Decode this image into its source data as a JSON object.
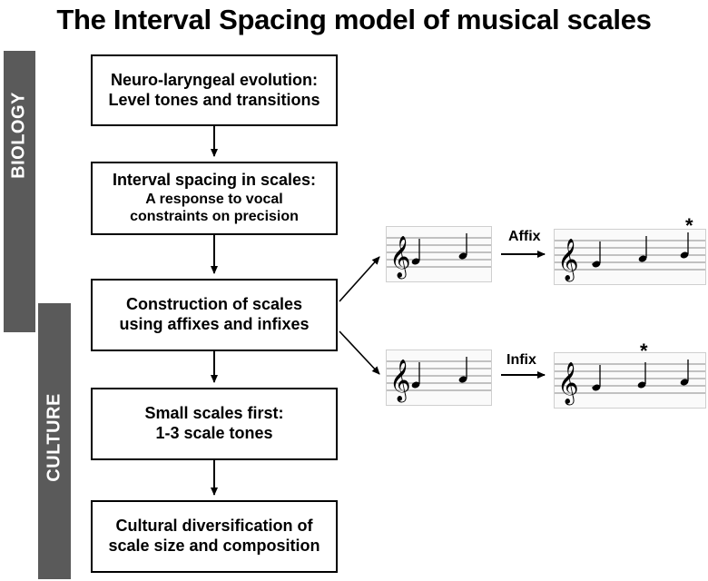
{
  "title": "The Interval Spacing model of musical scales",
  "bands": {
    "biology": "BIOLOGY",
    "culture": "CULTURE"
  },
  "boxes": {
    "b1": {
      "line1": "Neuro-laryngeal evolution:",
      "line2": "Level tones and transitions"
    },
    "b2": {
      "line1": "Interval spacing in scales:",
      "line2": "A response to vocal",
      "line3": "constraints on precision"
    },
    "b3": {
      "line1": "Construction of scales",
      "line2": "using affixes and infixes"
    },
    "b4": {
      "line1": "Small scales first:",
      "line2": "1-3 scale tones"
    },
    "b5": {
      "line1": "Cultural diversification of",
      "line2": "scale size and composition"
    }
  },
  "examples": {
    "affix_label": "Affix",
    "infix_label": "Infix",
    "marker": "*"
  },
  "icons": {
    "clef": "treble-clef-icon",
    "arrow": "arrow-icon",
    "note": "quarter-note-icon"
  },
  "colors": {
    "band": "#5a5a5a",
    "staff_background": "#fafafa"
  }
}
